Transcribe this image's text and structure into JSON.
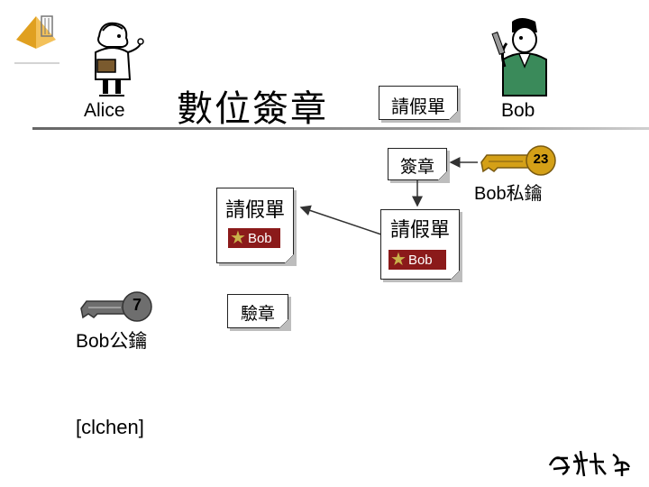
{
  "header": {
    "title": "數位簽章",
    "alice_label": "Alice",
    "bob_label": "Bob"
  },
  "documents": {
    "top_request": "請假單",
    "sign_step": "簽章",
    "signed_request": "請假單",
    "signed_request_sig": "Bob",
    "alice_request": "請假單",
    "alice_request_sig": "Bob",
    "verify_step": "驗章"
  },
  "keys": {
    "private_key_number": "23",
    "private_key_label": "Bob私鑰",
    "public_key_number": "7",
    "public_key_label": "Bob公鑰"
  },
  "footer": {
    "credit": "[clchen]"
  },
  "colors": {
    "key_gold": "#d4a017",
    "key_gray": "#6e6e6e",
    "signature_red": "#8b1a1a",
    "star_gold": "#c9b24a"
  }
}
